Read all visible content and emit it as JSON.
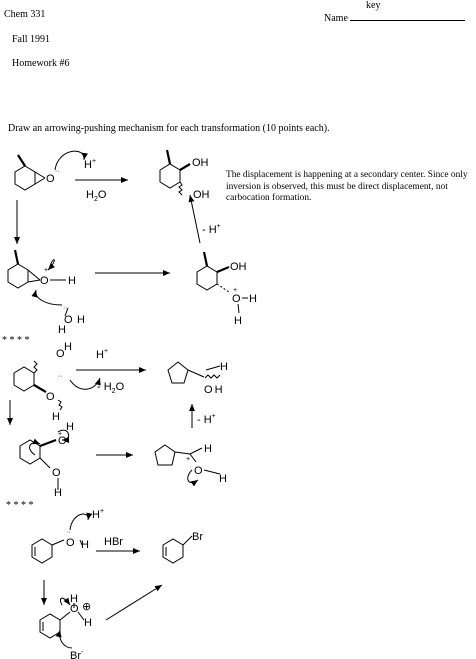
{
  "header": {
    "course": "Chem 331",
    "term": "Fall  1991",
    "assignment": "Homework #6",
    "key": "key",
    "name_label": "Name"
  },
  "instructions": "Draw an arrowing-pushing mechanism for each transformation (10 points each).",
  "note": "The displacement is happening at a secondary center. Since only inversion is observed, this must be direct displacement, not carbocation formation.",
  "separator": "* * * *",
  "labels": {
    "h_plus": "H",
    "plus": "+",
    "h2o": "H",
    "h2o_sub": "2",
    "h2o_o": "O",
    "oh": "OH",
    "o": "O",
    "h": "H",
    "minus_h": "- H",
    "minus_h2o": "- H",
    "hbr": "HBr",
    "br": "Br",
    "br_minus": "Br",
    "minus": "-",
    "circle_plus": "⊕",
    "dots": "··"
  }
}
